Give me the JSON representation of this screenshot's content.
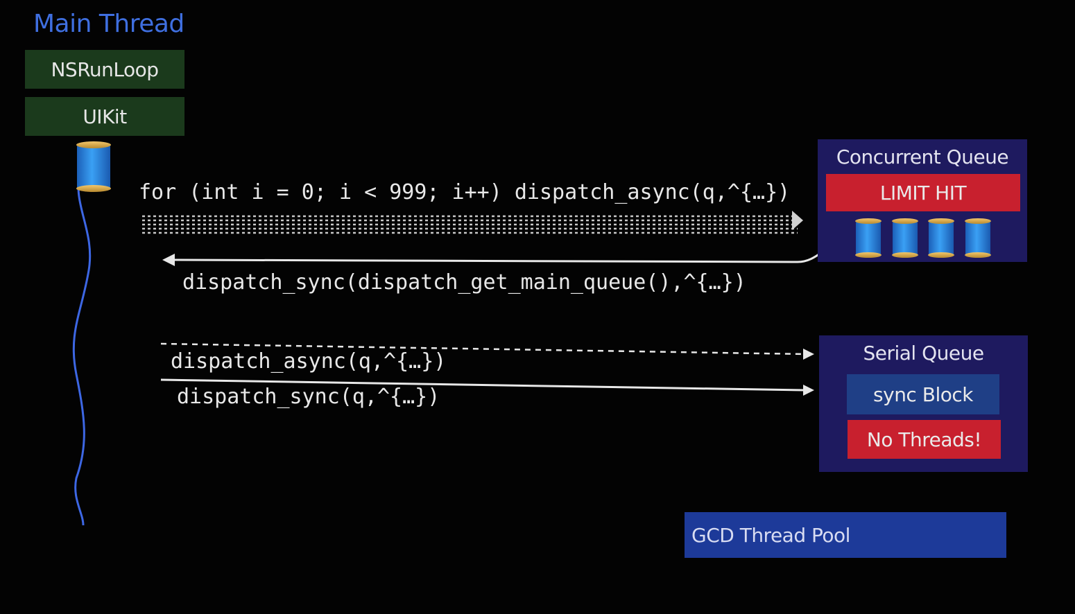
{
  "main_thread": {
    "title": "Main Thread",
    "runloop_label": "NSRunLoop",
    "uikit_label": "UIKit"
  },
  "code": {
    "loop_async": "for (int i = 0; i < 999; i++) dispatch_async(q,^{…})",
    "main_sync": "dispatch_sync(dispatch_get_main_queue(),^{…})",
    "serial_async": "dispatch_async(q,^{…})",
    "serial_sync": "dispatch_sync(q,^{…})"
  },
  "concurrent_queue": {
    "title": "Concurrent Queue",
    "limit_label": "LIMIT HIT",
    "thread_count": 4
  },
  "serial_queue": {
    "title": "Serial Queue",
    "sync_block_label": "sync Block",
    "no_threads_label": "No Threads!"
  },
  "thread_pool": {
    "label": "GCD Thread Pool"
  },
  "colors": {
    "title_blue": "#3f6fe0",
    "green_box": "#1b3a1c",
    "queue_box": "#1e1a5f",
    "limit_red": "#c8202e",
    "sync_block_blue": "#1f3f86",
    "pool_blue": "#1d3a99",
    "spool_blue": "#2a8ae6",
    "thread_line": "#3d67e4"
  }
}
